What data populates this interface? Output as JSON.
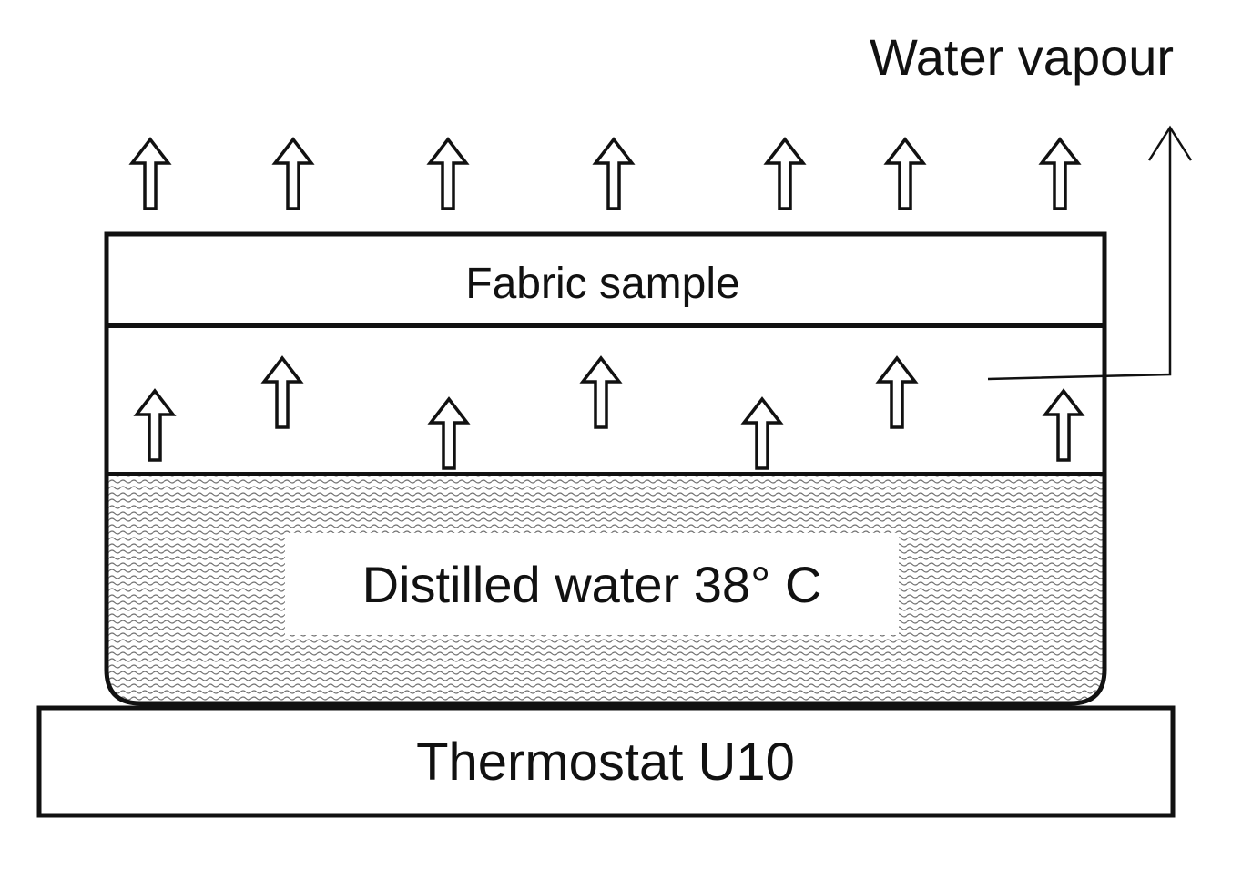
{
  "labels": {
    "vapour": "Water vapour",
    "fabric": "Fabric sample",
    "water": "Distilled water 38° C",
    "thermostat": "Thermostat U10"
  },
  "colors": {
    "stroke": "#111111",
    "background": "#ffffff",
    "water_pattern": "#6f6f6f"
  },
  "icons": {
    "flow_arrow": "hollow-up-arrow-icon",
    "leader_arrow": "open-arrowhead-icon"
  }
}
